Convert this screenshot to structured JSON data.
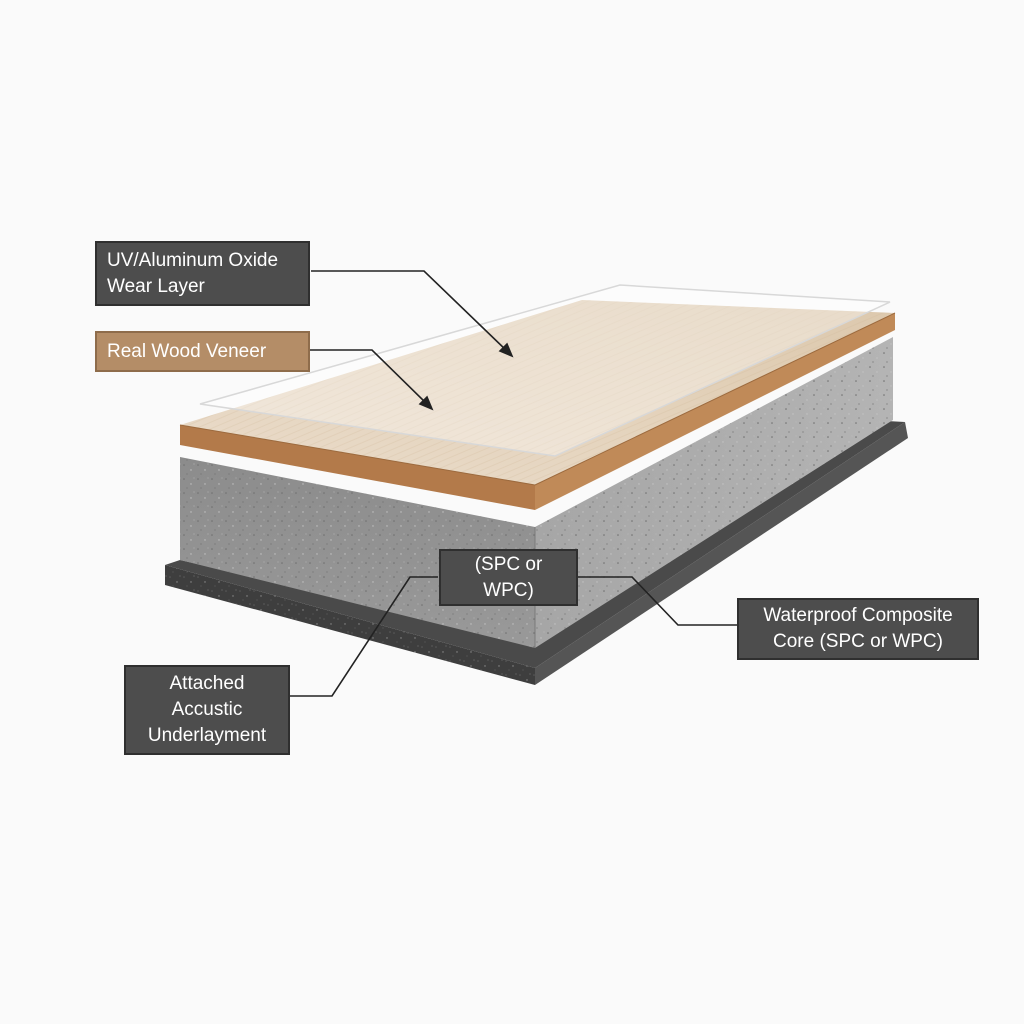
{
  "labels": {
    "wear_layer": "UV/Aluminum Oxide\nWear Layer",
    "veneer": "Real Wood Veneer",
    "core_short": "(SPC or WPC)",
    "core": "Waterproof Composite\nCore (SPC or WPC)",
    "underlayment": "Attached\nAccustic\nUnderlayment"
  },
  "colors": {
    "background": "#fafafa",
    "wood_face": "#e6d7c2",
    "wood_edge": "#b77c4c",
    "core": "#8f8f8f",
    "underlayment": "#4a4a4a",
    "label_dark": "#4d4d4d",
    "label_wood": "#b48d67"
  }
}
